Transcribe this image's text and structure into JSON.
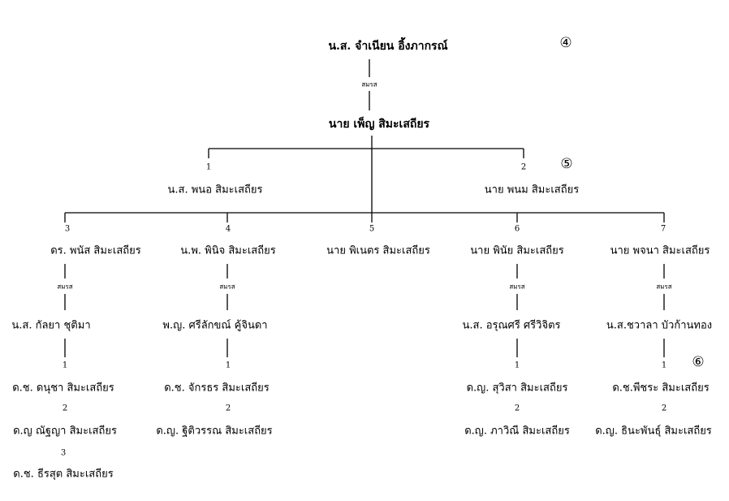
{
  "root": {
    "wife": "น.ส. จำเนียน อิ้งภากรณ์",
    "husband": "นาย เพ็ญ สิมะเสถียร",
    "married": "สมรส",
    "marker": "④"
  },
  "gen2": {
    "marker": "⑤",
    "children": [
      {
        "num": "1",
        "name": "น.ส. พนอ สิมะเสถียร"
      },
      {
        "num": "2",
        "name": "นาย พนม  สิมะเสถียร"
      }
    ]
  },
  "gen3": {
    "children": [
      {
        "num": "3",
        "name": "ดร. พนัส  สิมะเสถียร",
        "married": "สมรส",
        "spouse": "น.ส. กัลยา  ชุติมา"
      },
      {
        "num": "4",
        "name": "น.พ. พินิจ สิมะเสถียร",
        "married": "สมรส",
        "spouse": "พ.ญ. ศรีลักขณ์ คู้จินดา"
      },
      {
        "num": "5",
        "name": "นาย พิเนตร สิมะเสถียร"
      },
      {
        "num": "6",
        "name": "นาย พินัย สิมะเสถียร",
        "married": "สมรส",
        "spouse": "น.ส. อรุณศรี ศรีวิจิตร"
      },
      {
        "num": "7",
        "name": "นาย พจนา สิมะเสถียร",
        "married": "สมรส",
        "spouse": "น.ส.ชวาลา บัวก้านทอง"
      }
    ]
  },
  "gen4": {
    "marker": "⑥",
    "family3": [
      {
        "num": "1",
        "name": "ด.ช. ดนุชา  สิมะเสถียร"
      },
      {
        "num": "2",
        "name": "ด.ญ ณัฐญา  สิมะเสถียร"
      },
      {
        "num": "3",
        "name": "ด.ช. ธีรสุต  สิมะเสถียร"
      }
    ],
    "family4": [
      {
        "num": "1",
        "name": "ด.ช. จักรธร  สิมะเสถียร"
      },
      {
        "num": "2",
        "name": "ด.ญ. ฐิติวรรณ สิมะเสถียร"
      }
    ],
    "family6": [
      {
        "num": "1",
        "name": "ด.ญ. สุวิสา สิมะเสถียร"
      },
      {
        "num": "2",
        "name": "ด.ญ. ภาวิณี สิมะเสถียร"
      }
    ],
    "family7": [
      {
        "num": "1",
        "name": "ด.ช.พีชระ  สิมะเสถียร"
      },
      {
        "num": "2",
        "name": "ด.ญ. ธินะพันธุ์ สิมะเสถียร"
      }
    ]
  }
}
